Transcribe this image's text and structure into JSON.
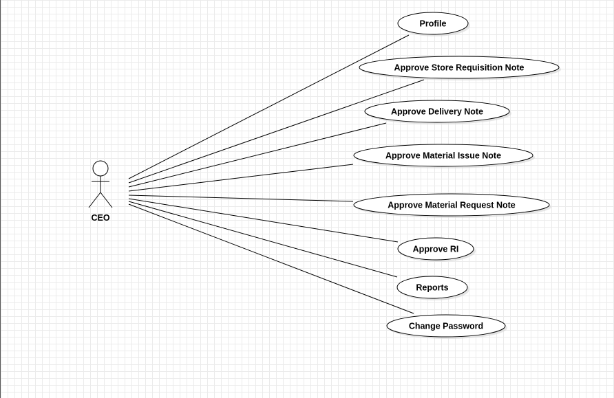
{
  "actor": {
    "name": "CEO",
    "icon": "stick-figure-icon"
  },
  "use_cases": [
    {
      "id": "profile",
      "label": "Profile"
    },
    {
      "id": "approve-srn",
      "label": "Approve Store Requisition Note"
    },
    {
      "id": "approve-delivery",
      "label": "Approve Delivery Note"
    },
    {
      "id": "approve-min",
      "label": "Approve Material Issue Note"
    },
    {
      "id": "approve-mrn",
      "label": "Approve Material Request Note"
    },
    {
      "id": "approve-ri",
      "label": "Approve RI"
    },
    {
      "id": "reports",
      "label": "Reports"
    },
    {
      "id": "change-password",
      "label": "Change Password"
    }
  ],
  "colors": {
    "line": "#000000",
    "grid": "#ebebeb",
    "fill": "#ffffff"
  }
}
